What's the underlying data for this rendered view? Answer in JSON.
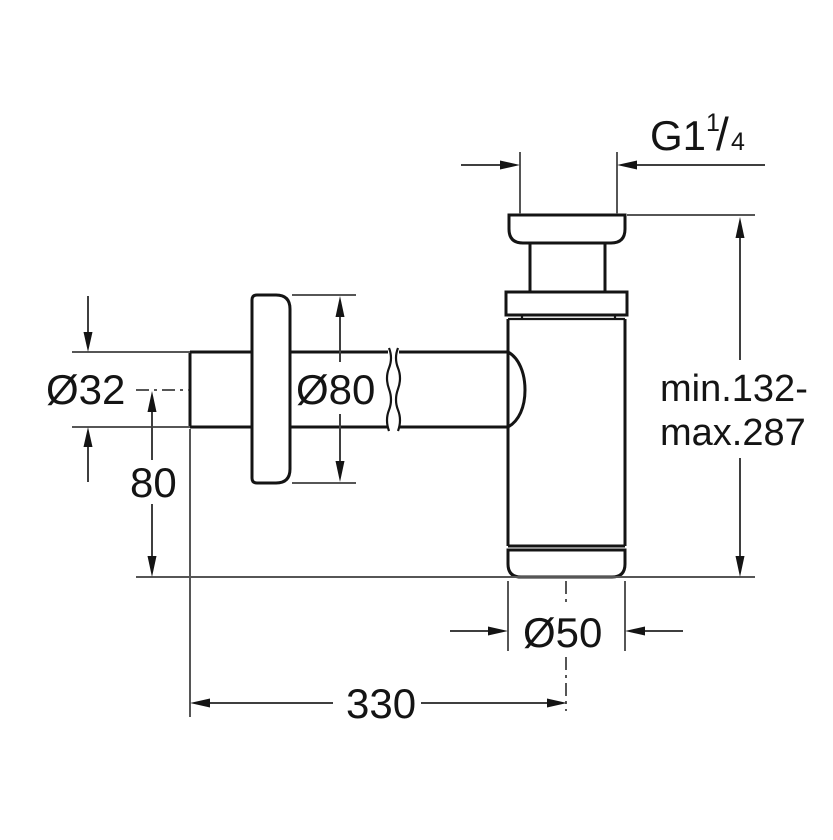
{
  "title": "Bottle trap dimensional drawing",
  "drawing": {
    "subject": "bottle-trap-side-view",
    "colors": {
      "outline": "#141414",
      "dimension_lines": "#3f3f3f",
      "extension_lines": "#565656",
      "background": "#ffffff"
    },
    "dimensions": {
      "thread": {
        "base": "G1",
        "numerator": "1",
        "slash": "/",
        "denominator": "4"
      },
      "height_range": {
        "line1": "min.132-",
        "line2": "max.287"
      },
      "inlet_diameter": "Ø32",
      "rosette_diameter": "Ø80",
      "inlet_center_height": "80",
      "body_diameter": "Ø50",
      "projection_length": "330"
    }
  }
}
